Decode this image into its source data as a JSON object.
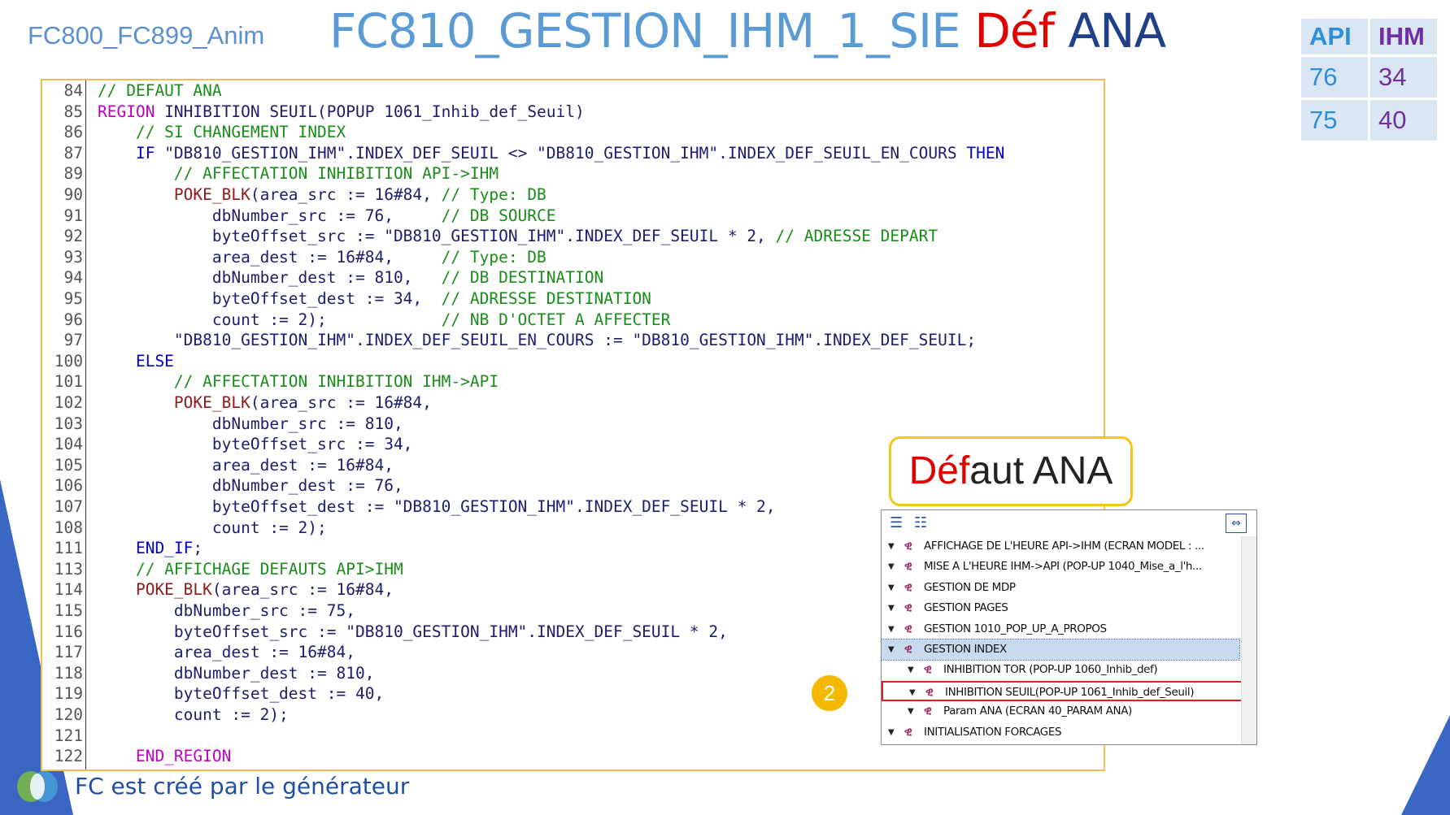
{
  "header": {
    "left_label": "FC800_FC899_Anim",
    "title_part1": "FC810_GESTION_IHM_1_SIE",
    "title_part2": "Déf",
    "title_part3": "ANA"
  },
  "api_table": {
    "headers": [
      "API",
      "IHM"
    ],
    "rows": [
      [
        "76",
        "34"
      ],
      [
        "75",
        "40"
      ]
    ]
  },
  "code": {
    "lines": [
      {
        "n": "84",
        "segs": [
          {
            "c": "cm",
            "t": "// DEFAUT ANA"
          }
        ]
      },
      {
        "n": "85",
        "segs": [
          {
            "c": "rg",
            "t": "REGION"
          },
          {
            "c": "tx",
            "t": " INHIBITION SEUIL(POPUP 1061_Inhib_def_Seuil)"
          }
        ]
      },
      {
        "n": "86",
        "segs": [
          {
            "c": "cm",
            "t": "    // SI CHANGEMENT INDEX"
          }
        ]
      },
      {
        "n": "87",
        "segs": [
          {
            "c": "kw",
            "t": "    IF"
          },
          {
            "c": "tx",
            "t": " \"DB810_GESTION_IHM\".INDEX_DEF_SEUIL <> \"DB810_GESTION_IHM\".INDEX_DEF_SEUIL_EN_COURS "
          },
          {
            "c": "kw",
            "t": "THEN"
          }
        ]
      },
      {
        "n": "89",
        "segs": [
          {
            "c": "cm",
            "t": "        // AFFECTATION INHIBITION API->IHM"
          }
        ]
      },
      {
        "n": "90",
        "segs": [
          {
            "c": "fn",
            "t": "        POKE_BLK"
          },
          {
            "c": "tx",
            "t": "(area_src := 16#84, "
          },
          {
            "c": "cm",
            "t": "// Type: DB"
          }
        ]
      },
      {
        "n": "91",
        "segs": [
          {
            "c": "tx",
            "t": "            dbNumber_src := 76,     "
          },
          {
            "c": "cm",
            "t": "// DB SOURCE"
          }
        ]
      },
      {
        "n": "92",
        "segs": [
          {
            "c": "tx",
            "t": "            byteOffset_src := \"DB810_GESTION_IHM\".INDEX_DEF_SEUIL * 2, "
          },
          {
            "c": "cm",
            "t": "// ADRESSE DEPART"
          }
        ]
      },
      {
        "n": "93",
        "segs": [
          {
            "c": "tx",
            "t": "            area_dest := 16#84,     "
          },
          {
            "c": "cm",
            "t": "// Type: DB"
          }
        ]
      },
      {
        "n": "94",
        "segs": [
          {
            "c": "tx",
            "t": "            dbNumber_dest := 810,   "
          },
          {
            "c": "cm",
            "t": "// DB DESTINATION"
          }
        ]
      },
      {
        "n": "95",
        "segs": [
          {
            "c": "tx",
            "t": "            byteOffset_dest := 34,  "
          },
          {
            "c": "cm",
            "t": "// ADRESSE DESTINATION"
          }
        ]
      },
      {
        "n": "96",
        "segs": [
          {
            "c": "tx",
            "t": "            count := 2);            "
          },
          {
            "c": "cm",
            "t": "// NB D'OCTET A AFFECTER"
          }
        ]
      },
      {
        "n": "97",
        "segs": [
          {
            "c": "tx",
            "t": "        \"DB810_GESTION_IHM\".INDEX_DEF_SEUIL_EN_COURS := \"DB810_GESTION_IHM\".INDEX_DEF_SEUIL;"
          }
        ]
      },
      {
        "n": "100",
        "segs": [
          {
            "c": "kw",
            "t": "    ELSE"
          }
        ]
      },
      {
        "n": "101",
        "segs": [
          {
            "c": "cm",
            "t": "        // AFFECTATION INHIBITION IHM->API"
          }
        ]
      },
      {
        "n": "102",
        "segs": [
          {
            "c": "fn",
            "t": "        POKE_BLK"
          },
          {
            "c": "tx",
            "t": "(area_src := 16#84,"
          }
        ]
      },
      {
        "n": "103",
        "segs": [
          {
            "c": "tx",
            "t": "            dbNumber_src := 810,"
          }
        ]
      },
      {
        "n": "104",
        "segs": [
          {
            "c": "tx",
            "t": "            byteOffset_src := 34,"
          }
        ]
      },
      {
        "n": "105",
        "segs": [
          {
            "c": "tx",
            "t": "            area_dest := 16#84,"
          }
        ]
      },
      {
        "n": "106",
        "segs": [
          {
            "c": "tx",
            "t": "            dbNumber_dest := 76,"
          }
        ]
      },
      {
        "n": "107",
        "segs": [
          {
            "c": "tx",
            "t": "            byteOffset_dest := \"DB810_GESTION_IHM\".INDEX_DEF_SEUIL * 2,"
          }
        ]
      },
      {
        "n": "108",
        "segs": [
          {
            "c": "tx",
            "t": "            count := 2);"
          }
        ]
      },
      {
        "n": "111",
        "segs": [
          {
            "c": "kw",
            "t": "    END_IF"
          },
          {
            "c": "tx",
            "t": ";"
          }
        ]
      },
      {
        "n": "113",
        "segs": [
          {
            "c": "cm",
            "t": "    // AFFICHAGE DEFAUTS API>IHM"
          }
        ]
      },
      {
        "n": "114",
        "segs": [
          {
            "c": "fn",
            "t": "    POKE_BLK"
          },
          {
            "c": "tx",
            "t": "(area_src := 16#84,"
          }
        ]
      },
      {
        "n": "115",
        "segs": [
          {
            "c": "tx",
            "t": "        dbNumber_src := 75,"
          }
        ]
      },
      {
        "n": "116",
        "segs": [
          {
            "c": "tx",
            "t": "        byteOffset_src := \"DB810_GESTION_IHM\".INDEX_DEF_SEUIL * 2,"
          }
        ]
      },
      {
        "n": "117",
        "segs": [
          {
            "c": "tx",
            "t": "        area_dest := 16#84,"
          }
        ]
      },
      {
        "n": "118",
        "segs": [
          {
            "c": "tx",
            "t": "        dbNumber_dest := 810,"
          }
        ]
      },
      {
        "n": "119",
        "segs": [
          {
            "c": "tx",
            "t": "        byteOffset_dest := 40,"
          }
        ]
      },
      {
        "n": "120",
        "segs": [
          {
            "c": "tx",
            "t": "        count := 2);"
          }
        ]
      },
      {
        "n": "121",
        "segs": [
          {
            "c": "tx",
            "t": ""
          }
        ]
      },
      {
        "n": "122",
        "segs": [
          {
            "c": "rg",
            "t": "    END_REGION"
          }
        ]
      }
    ]
  },
  "callout": {
    "part1": "Déf",
    "part2": "aut ANA"
  },
  "tree": {
    "items": [
      {
        "label": "AFFICHAGE DE L'HEURE API->IHM (ECRAN MODEL : ...",
        "level": 0,
        "state": ""
      },
      {
        "label": "MISE A L'HEURE IHM->API (POP-UP 1040_Mise_a_l'h...",
        "level": 0,
        "state": ""
      },
      {
        "label": "GESTION DE MDP",
        "level": 0,
        "state": ""
      },
      {
        "label": "GESTION PAGES",
        "level": 0,
        "state": ""
      },
      {
        "label": "GESTION 1010_POP_UP_A_PROPOS",
        "level": 0,
        "state": ""
      },
      {
        "label": "GESTION INDEX",
        "level": 0,
        "state": "selected"
      },
      {
        "label": "INHIBITION TOR (POP-UP 1060_Inhib_def)",
        "level": 1,
        "state": ""
      },
      {
        "label": "INHIBITION SEUIL(POP-UP 1061_Inhib_def_Seuil)",
        "level": 1,
        "state": "highlight"
      },
      {
        "label": "Param ANA  (ECRAN 40_PARAM ANA)",
        "level": 1,
        "state": ""
      },
      {
        "label": "INITIALISATION FORCAGES",
        "level": 0,
        "state": ""
      }
    ]
  },
  "badge": {
    "number": "2"
  },
  "footer": {
    "text": "FC est créé par le générateur"
  },
  "colors": {
    "accent_blue": "#5b9bd5",
    "title_red": "#e00000",
    "title_navy": "#1f3f88",
    "panel_border": "#f0c04a",
    "highlight_red": "#e02020",
    "badge_yellow": "#f5b800"
  }
}
